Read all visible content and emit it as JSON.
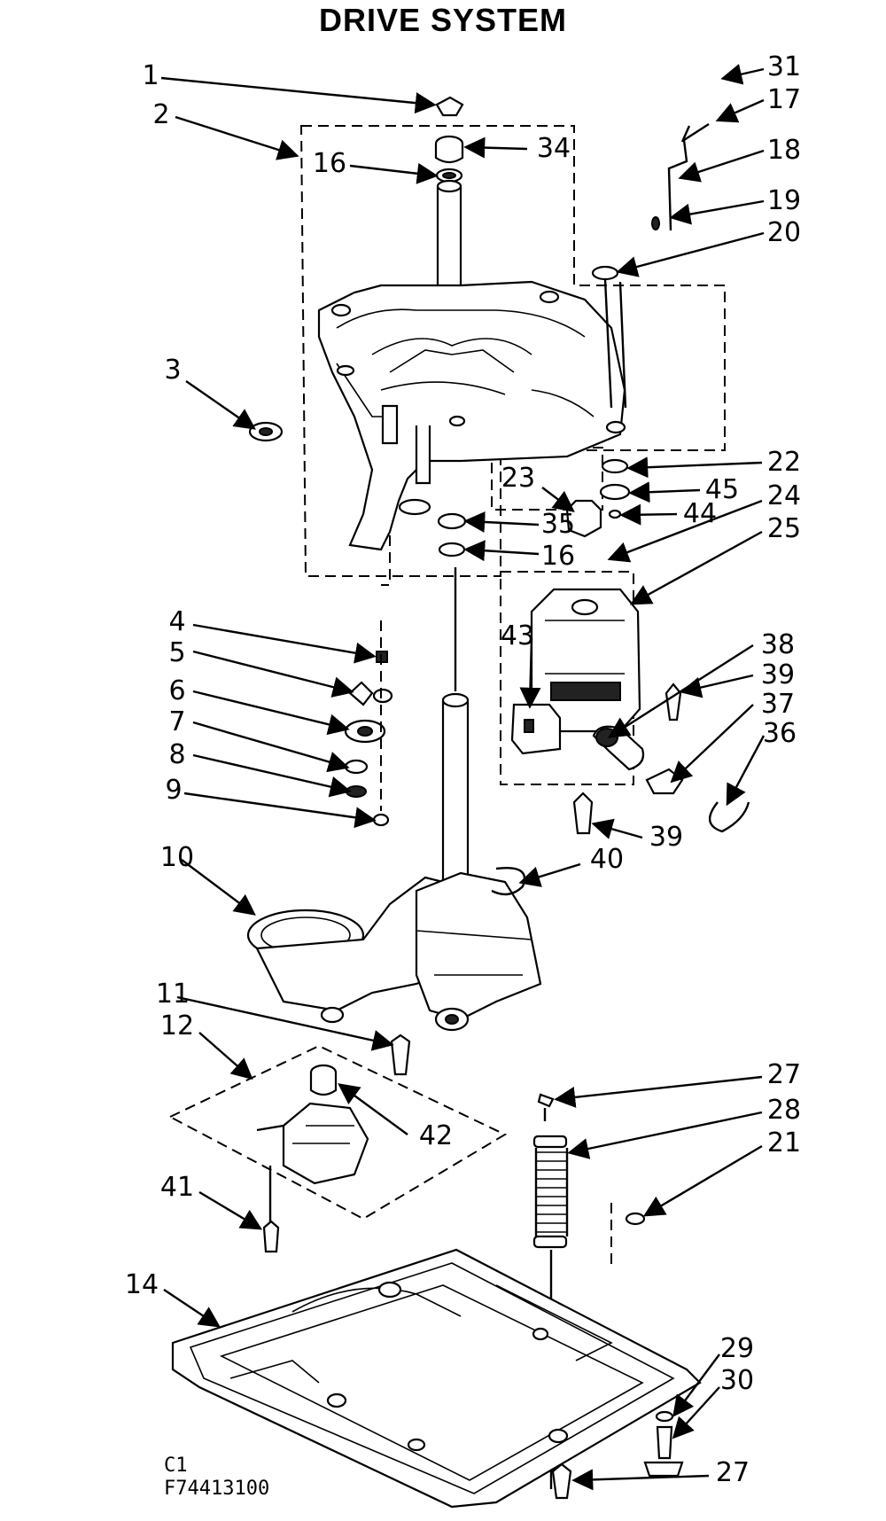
{
  "title": "DRIVE SYSTEM",
  "footer": {
    "line1": "C1",
    "line2": "F74413100"
  },
  "callouts": [
    {
      "id": "c1",
      "label": "1"
    },
    {
      "id": "c2",
      "label": "2"
    },
    {
      "id": "c16a",
      "label": "16"
    },
    {
      "id": "c34",
      "label": "34"
    },
    {
      "id": "c31",
      "label": "31"
    },
    {
      "id": "c17",
      "label": "17"
    },
    {
      "id": "c18",
      "label": "18"
    },
    {
      "id": "c19",
      "label": "19"
    },
    {
      "id": "c20",
      "label": "20"
    },
    {
      "id": "c3",
      "label": "3"
    },
    {
      "id": "c22",
      "label": "22"
    },
    {
      "id": "c23",
      "label": "23"
    },
    {
      "id": "c45",
      "label": "45"
    },
    {
      "id": "c24",
      "label": "24"
    },
    {
      "id": "c44",
      "label": "44"
    },
    {
      "id": "c35",
      "label": "35"
    },
    {
      "id": "c25",
      "label": "25"
    },
    {
      "id": "c16b",
      "label": "16"
    },
    {
      "id": "c4",
      "label": "4"
    },
    {
      "id": "c43",
      "label": "43"
    },
    {
      "id": "c5",
      "label": "5"
    },
    {
      "id": "c38",
      "label": "38"
    },
    {
      "id": "c6",
      "label": "6"
    },
    {
      "id": "c39a",
      "label": "39"
    },
    {
      "id": "c37",
      "label": "37"
    },
    {
      "id": "c7",
      "label": "7"
    },
    {
      "id": "c36",
      "label": "36"
    },
    {
      "id": "c8",
      "label": "8"
    },
    {
      "id": "c9",
      "label": "9"
    },
    {
      "id": "c39b",
      "label": "39"
    },
    {
      "id": "c10",
      "label": "10"
    },
    {
      "id": "c40",
      "label": "40"
    },
    {
      "id": "c11",
      "label": "11"
    },
    {
      "id": "c12",
      "label": "12"
    },
    {
      "id": "c42",
      "label": "42"
    },
    {
      "id": "c27a",
      "label": "27"
    },
    {
      "id": "c28",
      "label": "28"
    },
    {
      "id": "c21",
      "label": "21"
    },
    {
      "id": "c41",
      "label": "41"
    },
    {
      "id": "c14",
      "label": "14"
    },
    {
      "id": "c29",
      "label": "29"
    },
    {
      "id": "c30",
      "label": "30"
    },
    {
      "id": "c27b",
      "label": "27"
    }
  ]
}
